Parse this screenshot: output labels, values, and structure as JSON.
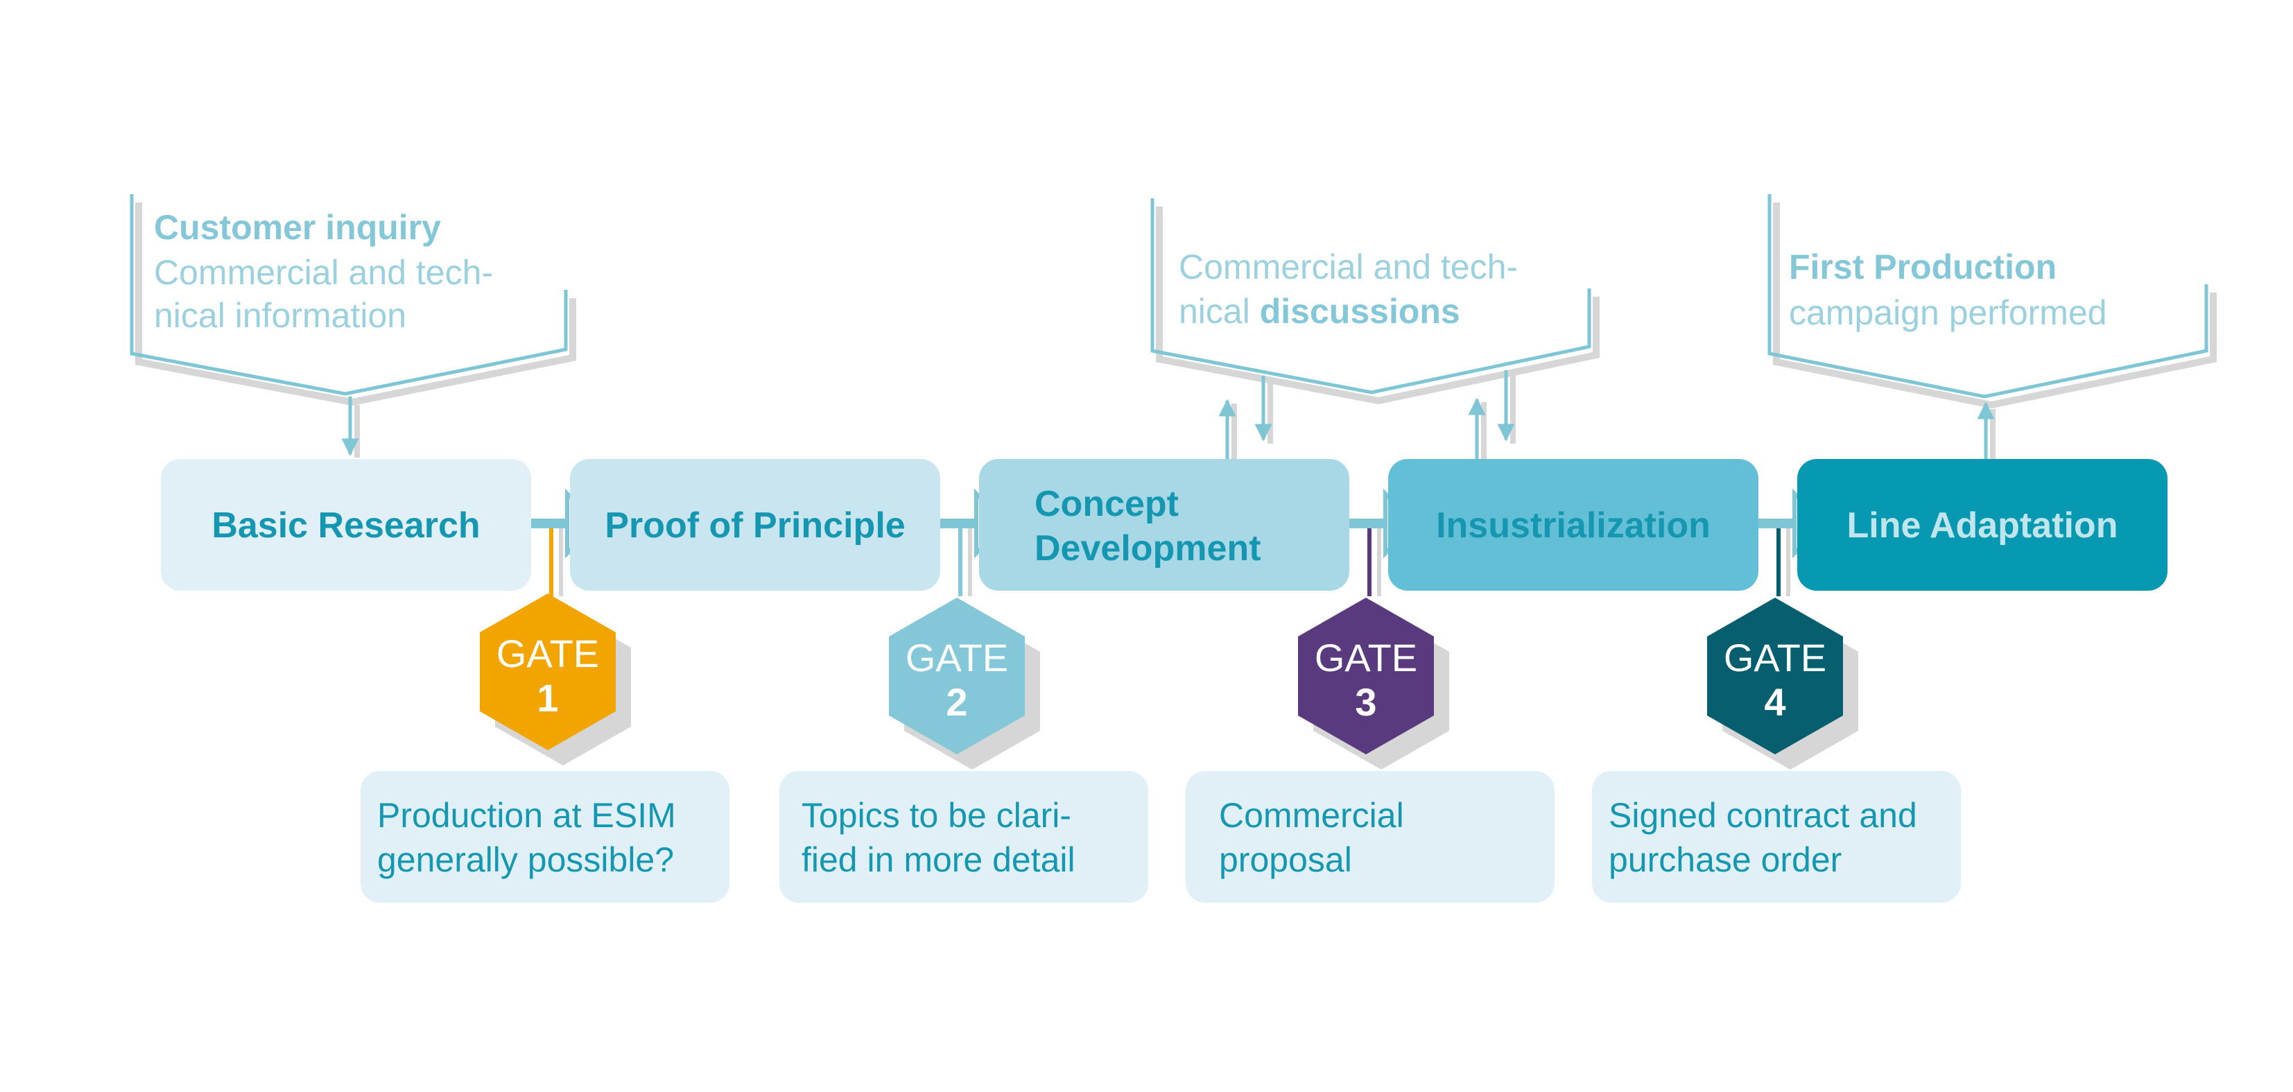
{
  "colors": {
    "teal_line": "#7ec6d6",
    "stage_text_dark": "#1597b2",
    "stage_text_light": "#ffffff",
    "stage_fills": [
      "#e0f0f6",
      "#c9e6f0",
      "#a8d8e6",
      "#63bfd5",
      "#0899b2"
    ],
    "gate_fills": [
      "#f2a500",
      "#84c7d8",
      "#5a3a7e",
      "#075e6f"
    ],
    "question_fill": "#e0f0f6",
    "question_text": "#1597b2",
    "callout_bold": "#84c7d8",
    "callout_text": "#9bd1df",
    "shadow": "#d6d6d6"
  },
  "callouts": {
    "customer": {
      "bold": "Customer inquiry",
      "line1": "Commercial and tech-",
      "line2": "nical information"
    },
    "discussions": {
      "line1": "Commercial and tech-",
      "line2_plain": "nical ",
      "line2_bold": "discussions"
    },
    "production": {
      "bold": "First Production",
      "line1": "campaign performed"
    }
  },
  "stages": [
    {
      "line1": "Basic Research",
      "line2": ""
    },
    {
      "line1": "Proof of Principle",
      "line2": ""
    },
    {
      "line1": "Concept",
      "line2": "Development"
    },
    {
      "line1": "Insustrialization",
      "line2": ""
    },
    {
      "line1": "Line Adaptation",
      "line2": ""
    }
  ],
  "gates": [
    {
      "label": "GATE",
      "number": "1"
    },
    {
      "label": "GATE",
      "number": "2"
    },
    {
      "label": "GATE",
      "number": "3"
    },
    {
      "label": "GATE",
      "number": "4"
    }
  ],
  "questions": [
    {
      "line1": "Production at ESIM",
      "line2": "generally possible?"
    },
    {
      "line1": "Topics to be clari-",
      "line2": "fied in more detail"
    },
    {
      "line1": "Commercial",
      "line2": "proposal"
    },
    {
      "line1": "Signed contract and",
      "line2": "purchase order"
    }
  ]
}
